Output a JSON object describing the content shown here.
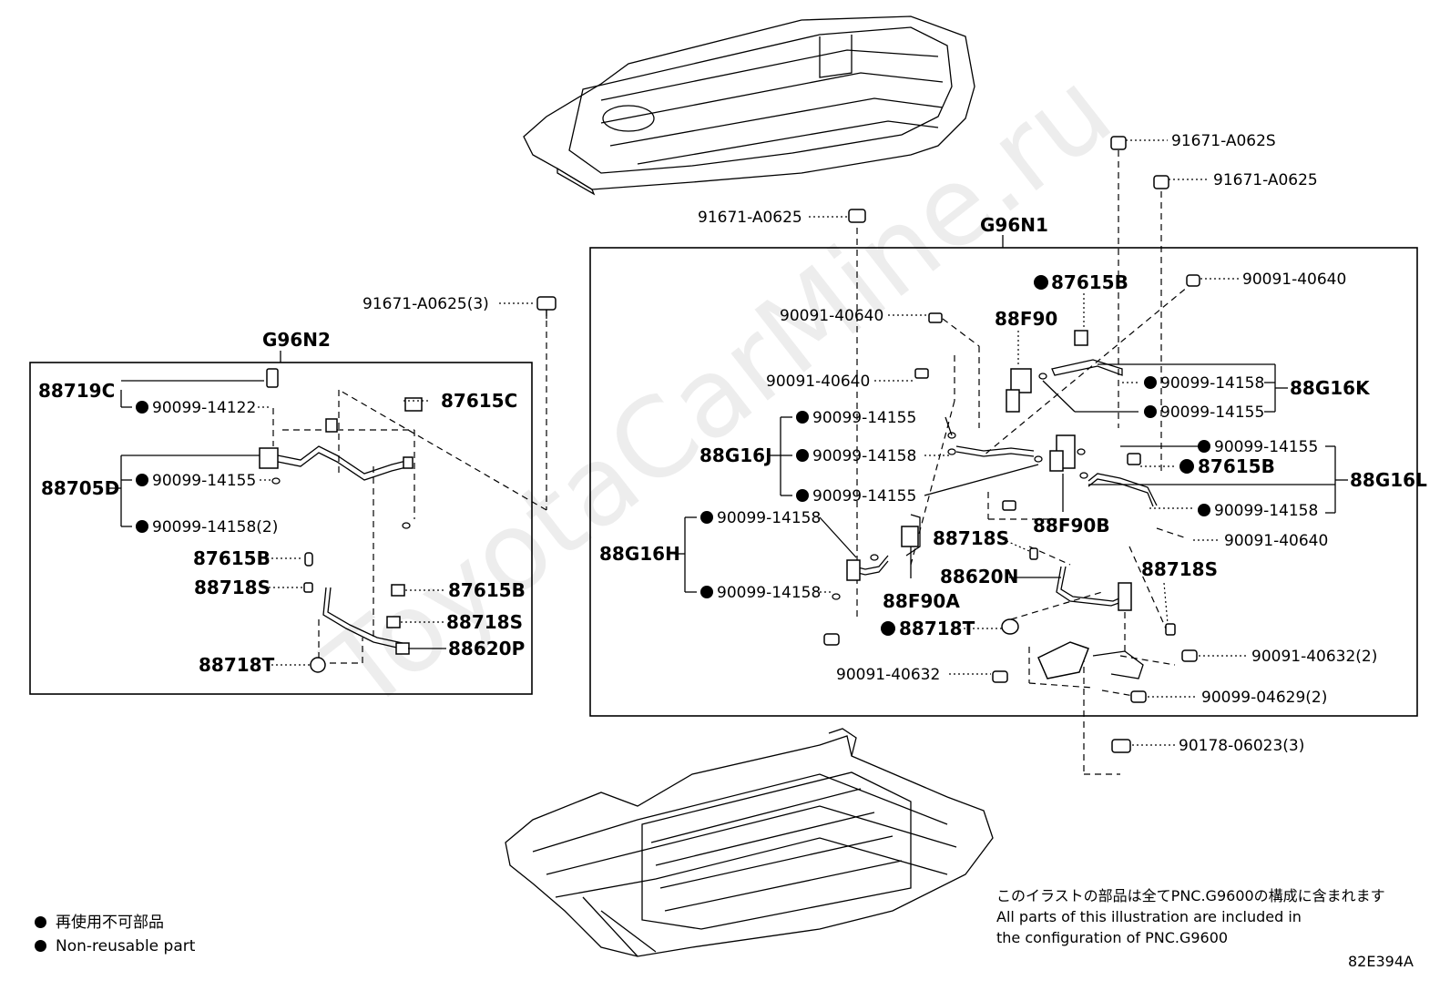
{
  "watermark": "ToyotaCarMine.ru",
  "groups": {
    "left": "G96N2",
    "right": "G96N1"
  },
  "parts": {
    "l_top_bolt": "91671-A0625(3)",
    "l_88719C": "88719C",
    "l_90099_14122": "90099-14122",
    "l_87615C": "87615C",
    "l_88705D": "88705D",
    "l_90099_14155": "90099-14155",
    "l_90099_14158_2": "90099-14158(2)",
    "l_87615B_a": "87615B",
    "l_88718S_a": "88718S",
    "l_87615B_b": "87615B",
    "l_88718S_b": "88718S",
    "l_88620P": "88620P",
    "l_88718T": "88718T",
    "r_bolt_center": "91671-A0625",
    "r_bolt_top1": "91671-A062S",
    "r_bolt_top2": "91671-A0625",
    "r_87615B_top": "87615B",
    "r_90091_40640_a": "90091-40640",
    "r_90091_40640_b": "90091-40640",
    "r_88F90": "88F90",
    "r_90091_40640_c": "90091-40640",
    "r_90099_14158_k": "90099-14158",
    "r_88G16K": "88G16K",
    "r_90099_14155_k": "90099-14155",
    "r_90099_14155_j1": "90099-14155",
    "r_88G16J": "88G16J",
    "r_90099_14158_j": "90099-14158",
    "r_90099_14155_j2": "90099-14155",
    "r_90099_14155_l": "90099-14155",
    "r_87615B_l": "87615B",
    "r_88G16L": "88G16L",
    "r_90099_14158_l": "90099-14158",
    "r_88F90B": "88F90B",
    "r_90091_40640_d": "90091-40640",
    "r_90099_14158_h1": "90099-14158",
    "r_88G16H": "88G16H",
    "r_90099_14158_h2": "90099-14158",
    "r_88718S_a": "88718S",
    "r_88620N": "88620N",
    "r_88718S_b": "88718S",
    "r_88F90A": "88F90A",
    "r_88718T": "88718T",
    "r_90091_40632": "90091-40632",
    "r_90091_40632_2": "90091-40632(2)",
    "r_90099_04629_2": "90099-04629(2)",
    "r_90178_06023_3": "90178-06023(3)"
  },
  "legend": {
    "jp": "再使用不可部品",
    "en": "Non-reusable part"
  },
  "footnote": {
    "jp": "このイラストの部品は全てPNC.G9600の構成に含まれます",
    "en1": "All parts of this illustration are included in",
    "en2": "the configuration of PNC.G9600"
  },
  "figure_code": "82E394A"
}
